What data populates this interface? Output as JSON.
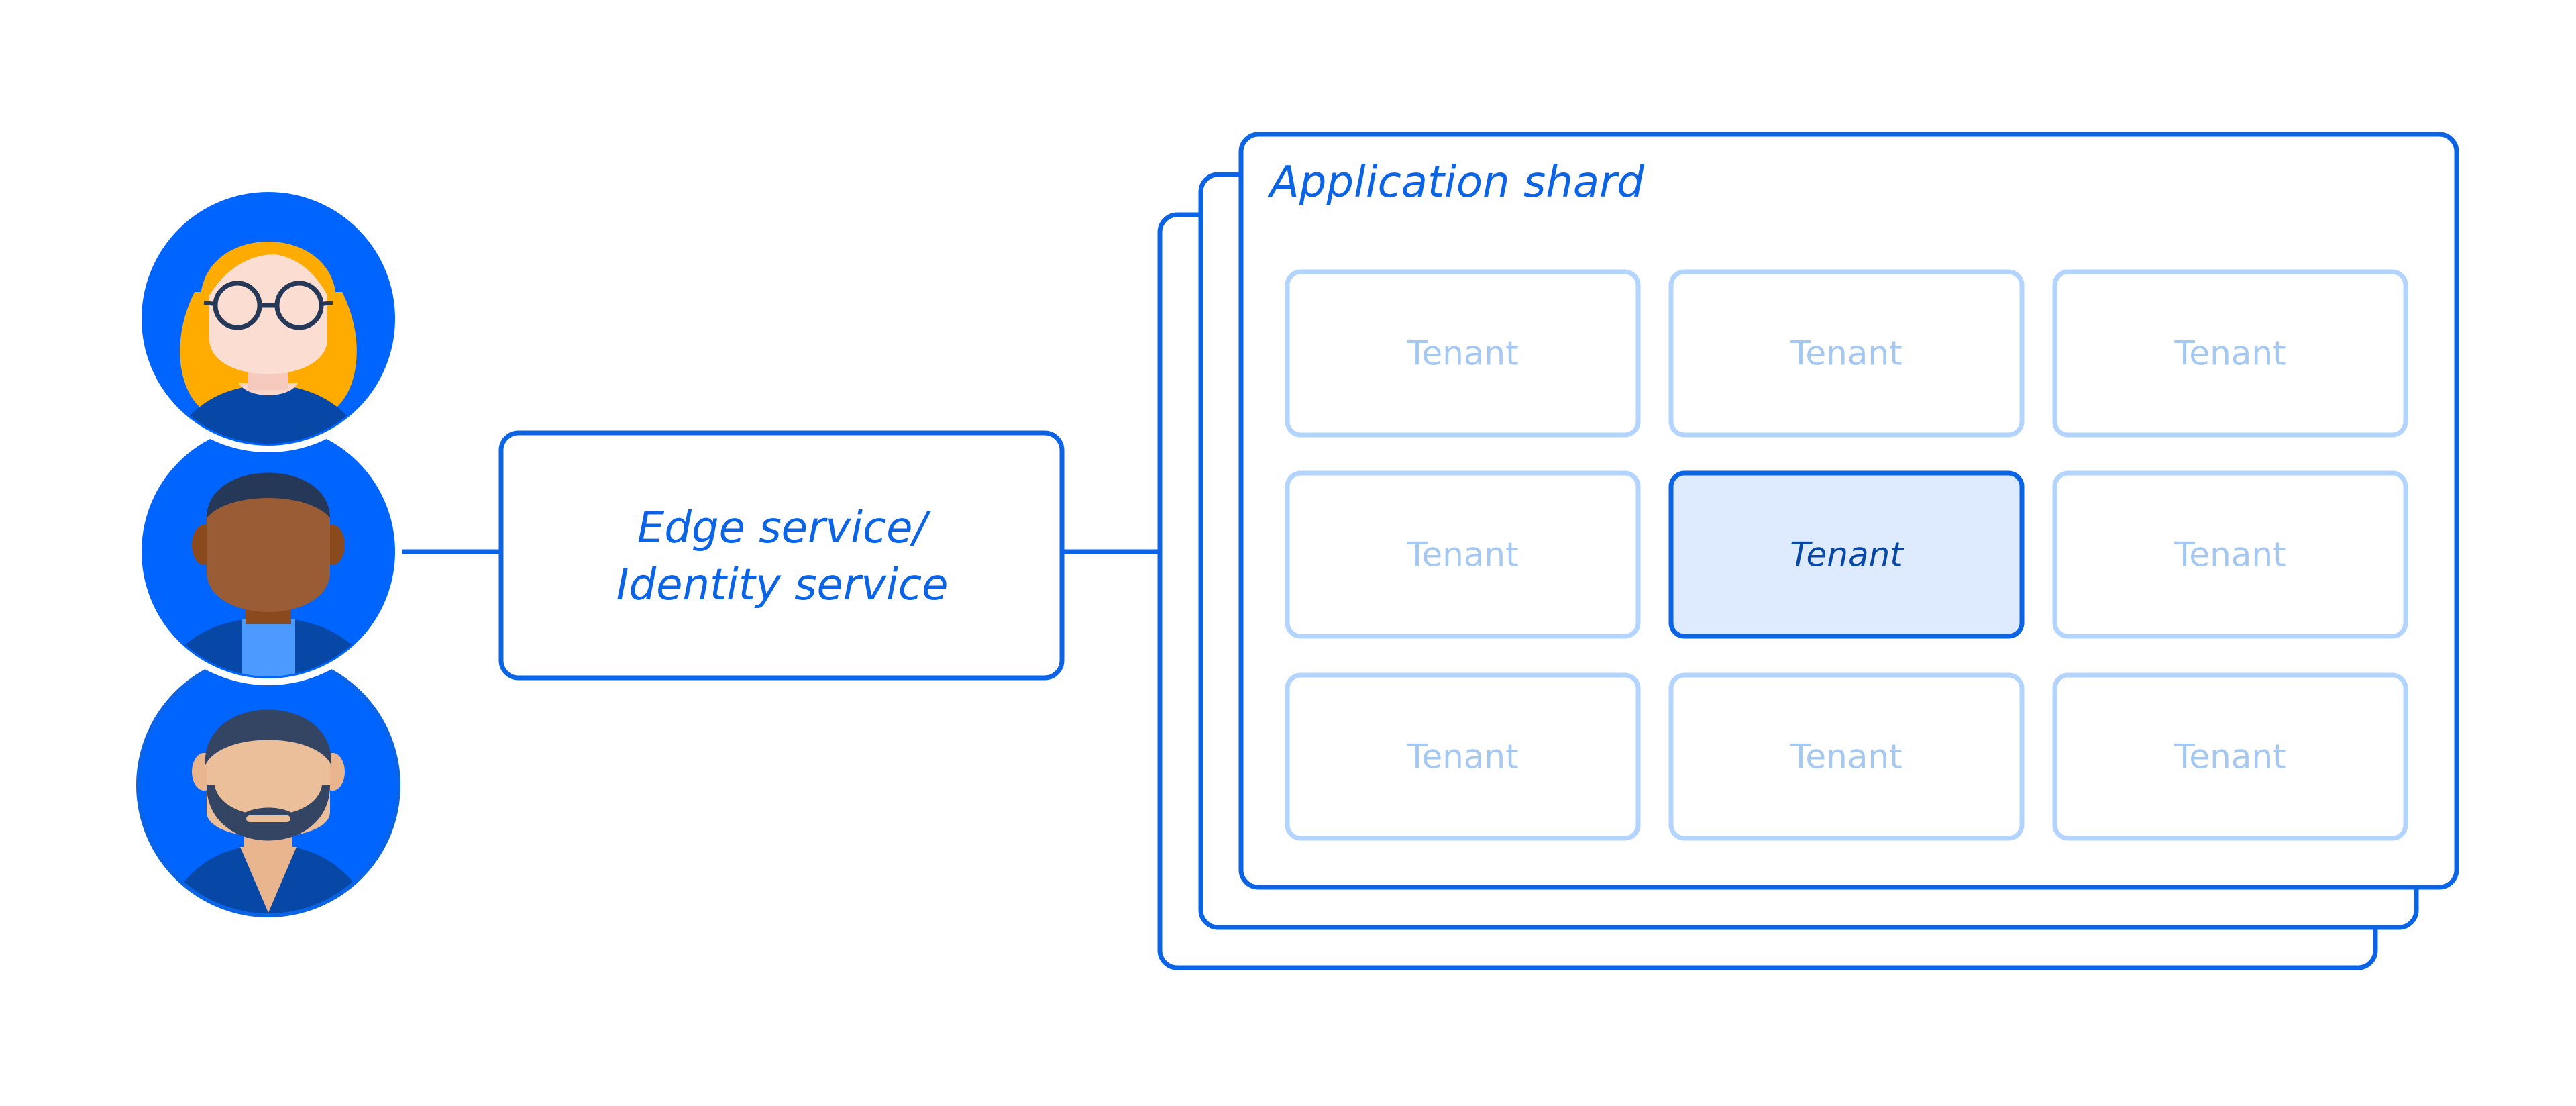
{
  "colors": {
    "primary": "#0065FF",
    "stroke": "#0B63E5",
    "tenant_border": "#B3D4FF",
    "tenant_text": "#A5C8F2",
    "tenant_active_fill": "#DEEBFF",
    "tenant_active_text": "#0747A6",
    "text_blue": "#0B63E5",
    "background": "#FFFFFF"
  },
  "users": [
    {
      "icon": "woman-with-glasses-avatar-icon"
    },
    {
      "icon": "man-avatar-icon"
    },
    {
      "icon": "bearded-man-avatar-icon"
    }
  ],
  "edge_service": {
    "line1": "Edge service/",
    "line2": "Identity service"
  },
  "shard": {
    "title": "Application shard",
    "tenants": [
      {
        "label": "Tenant",
        "active": false
      },
      {
        "label": "Tenant",
        "active": false
      },
      {
        "label": "Tenant",
        "active": false
      },
      {
        "label": "Tenant",
        "active": false
      },
      {
        "label": "Tenant",
        "active": true
      },
      {
        "label": "Tenant",
        "active": false
      },
      {
        "label": "Tenant",
        "active": false
      },
      {
        "label": "Tenant",
        "active": false
      },
      {
        "label": "Tenant",
        "active": false
      }
    ]
  }
}
